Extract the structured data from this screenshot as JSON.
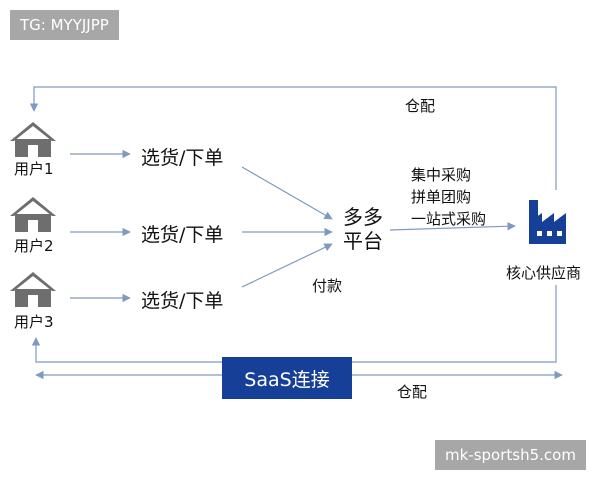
{
  "watermark_top": "TG: MYYJJPP",
  "watermark_bottom": "mk-sportsh5.com",
  "users": [
    {
      "label": "用户1"
    },
    {
      "label": "用户2"
    },
    {
      "label": "用户3"
    }
  ],
  "step_label": "选货/下单",
  "platform": {
    "line1": "多多",
    "line2": "平台"
  },
  "payment": "付款",
  "purchase_modes": [
    "集中采购",
    "拼单团购",
    "一站式采购"
  ],
  "supplier": "核心供应商",
  "delivery_top": "仓配",
  "delivery_bottom": "仓配",
  "saas": "SaaS连接",
  "colors": {
    "arrow": "#7f99c2",
    "icon_gray": "#6e6e6e",
    "supplier_blue": "#163f97",
    "saas_bg": "#163f97"
  }
}
